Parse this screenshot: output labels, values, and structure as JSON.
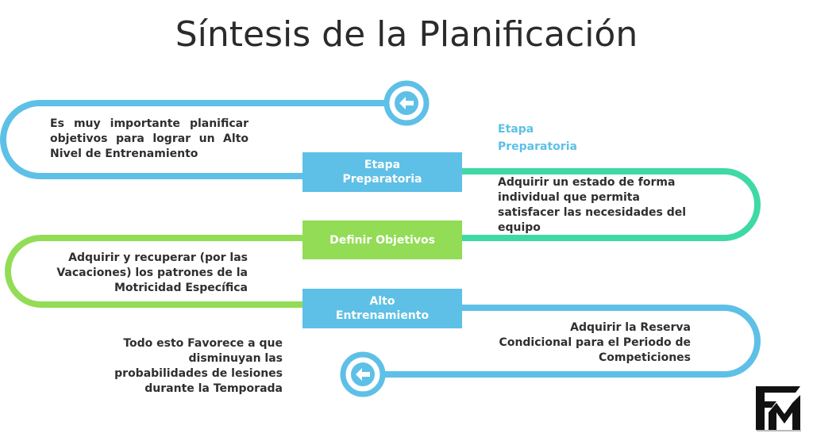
{
  "title": "Síntesis de la Planificación",
  "colors": {
    "blue": "#5ec0e6",
    "teal": "#3fd9a6",
    "green": "#92dc56",
    "text": "#2f2f2f"
  },
  "icons": [
    "arrow-left-icon",
    "arrow-left-icon",
    "logo-fm-icon"
  ],
  "stages": {
    "stage1": {
      "line1": "Etapa",
      "line2": "Preparatoria"
    },
    "stage2": {
      "line1": "Definir Objetivos"
    },
    "stage3": {
      "line1": "Alto",
      "line2": "Entrenamiento"
    }
  },
  "texts": {
    "intro": "Es muy importante planificar objetivos para lograr un Alto Nivel de Entrenamiento",
    "side_label_line1": "Etapa",
    "side_label_line2": "Preparatoria",
    "prep_desc": "Adquirir un estado de forma individual que permita satisfacer las necesidades del equipo",
    "vac_line1": "Adquirir y recuperar (por las",
    "vac_line2": "Vacaciones) los patrones de la",
    "vac_line3": "Motricidad Específica",
    "reserve_line1": "Adquirir la Reserva",
    "reserve_line2": "Condicional para el Periodo de",
    "reserve_line3": "Competiciones",
    "final_line1": "Todo esto Favorece a que",
    "final_line2": "disminuyan las",
    "final_line3": "probabilidades de lesiones",
    "final_line4": "durante la Temporada"
  }
}
